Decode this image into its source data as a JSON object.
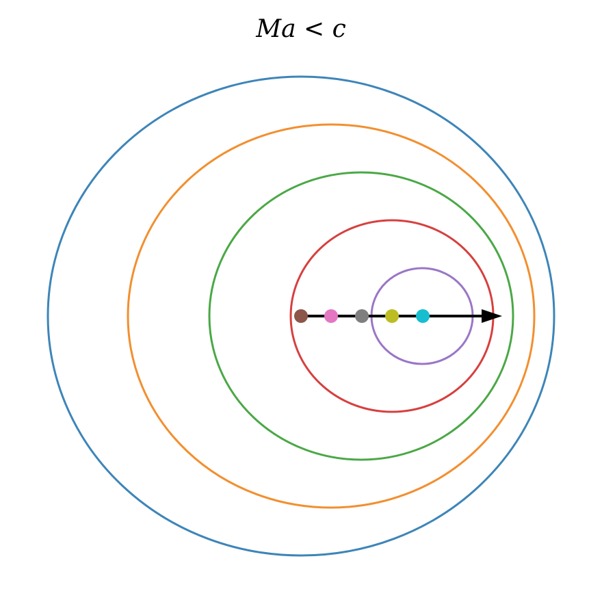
{
  "title": "Ma < c",
  "wavefronts": [
    {
      "name": "wavefront-1",
      "color": "#3d85b8"
    },
    {
      "name": "wavefront-2",
      "color": "#f28f2f"
    },
    {
      "name": "wavefront-3",
      "color": "#4aa846"
    },
    {
      "name": "wavefront-4",
      "color": "#d6403f"
    },
    {
      "name": "wavefront-5",
      "color": "#9a76c7"
    }
  ],
  "source_points": [
    {
      "name": "source-point-1",
      "color": "#8c564b"
    },
    {
      "name": "source-point-2",
      "color": "#e377c2"
    },
    {
      "name": "source-point-3",
      "color": "#7f7f7f"
    },
    {
      "name": "source-point-4",
      "color": "#bcbd22"
    },
    {
      "name": "source-point-5",
      "color": "#17becf"
    }
  ],
  "arrow": {
    "color": "#000000"
  }
}
